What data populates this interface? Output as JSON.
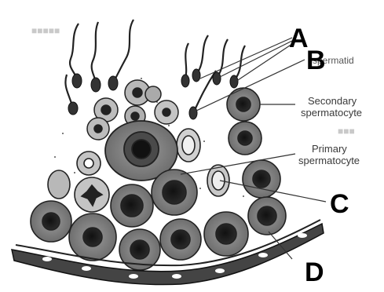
{
  "diagram": {
    "labels": {
      "spermatid": "spermatid",
      "secondary_line1": "Secondary",
      "secondary_line2": "spermatocyte",
      "primary_line1": "Primary",
      "primary_line2": "spermatocyte"
    },
    "letters": {
      "a": "A",
      "b": "B",
      "c": "C",
      "d": "D"
    }
  }
}
